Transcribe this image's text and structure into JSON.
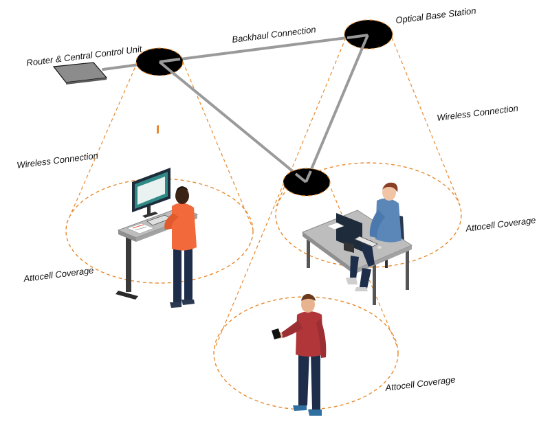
{
  "labels": {
    "router": "Router & Central Control Unit",
    "backhaul": "Backhaul Connection",
    "optical_base_station": "Optical Base Station",
    "wireless_left": "Wireless Connection",
    "wireless_right": "Wireless Connection",
    "attocell_left": "Attocell Coverage",
    "attocell_right": "Attocell Coverage",
    "attocell_bottom": "Attocell Coverage"
  },
  "colors": {
    "dashed_coverage": "#E8892B",
    "backhaul_line": "#9A9A9A",
    "station": "#000000",
    "orange_shirt": "#F26A3B",
    "blue_shirt": "#5A86B8",
    "red_shirt": "#B0363A",
    "pants": "#1E2E4A",
    "desk_top": "#BDBDBD",
    "monitor_screen": "#2F8A86"
  },
  "icons": {
    "router": "router-box-icon",
    "stations": "optical-station-disc-icon",
    "people": [
      "standing-desk-worker",
      "seated-desk-worker",
      "walking-person-with-phone"
    ]
  }
}
